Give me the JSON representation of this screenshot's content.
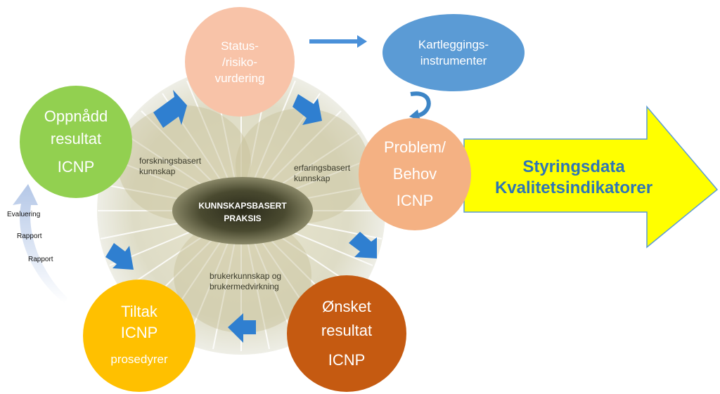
{
  "center": {
    "line1": "KUNNSKAPSBASERT",
    "line2": "PRAKSIS"
  },
  "knowledge_sources": {
    "research": [
      "forskningsbasert",
      "kunnskap"
    ],
    "experience": [
      "erfaringsbasert",
      "kunnskap"
    ],
    "user": [
      "brukerkunnskap og",
      "brukermedvirkning"
    ]
  },
  "steps": {
    "status": {
      "lines": [
        "Status-",
        "/risiko-",
        "vurdering"
      ],
      "color": "#f8c3a8"
    },
    "kartlegging": {
      "lines": [
        "Kartleggings-",
        "instrumenter"
      ],
      "color": "#5b9bd5"
    },
    "problem": {
      "lines": [
        "Problem/",
        "Behov",
        "ICNP"
      ],
      "color": "#f4b183"
    },
    "onsket": {
      "lines": [
        "Ønsket",
        "resultat",
        "ICNP"
      ],
      "color": "#c55a11"
    },
    "tiltak": {
      "lines": [
        "Tiltak",
        "ICNP",
        "prosedyrer"
      ],
      "color": "#ffc000"
    },
    "oppnadd": {
      "lines": [
        "Oppnådd",
        "resultat",
        "ICNP"
      ],
      "color": "#92d050"
    }
  },
  "output": {
    "line1": "Styringsdata",
    "line2": "Kvalitetsindikatorer",
    "fill": "#ffff00",
    "text_color": "#2e75b6"
  },
  "feedback": {
    "labels": [
      "Evaluering",
      "Rapport",
      "Rapport"
    ]
  },
  "colors": {
    "cycle_arrow": "#2f7fd0",
    "small_arrow": "#3d85c6"
  }
}
